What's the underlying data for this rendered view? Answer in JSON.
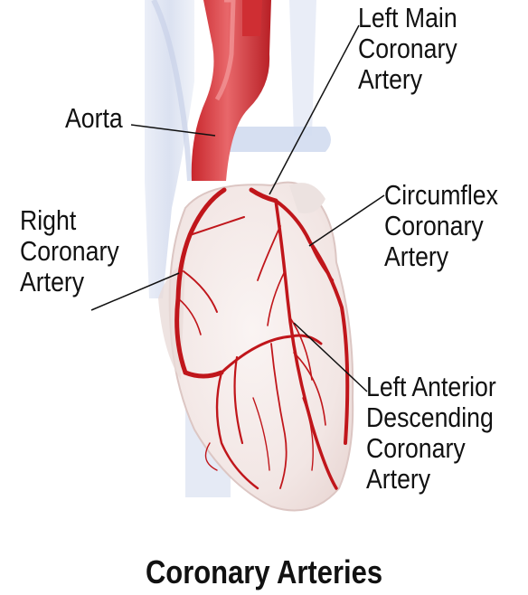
{
  "title": "Coronary Arteries",
  "labels": {
    "aorta": [
      "Aorta"
    ],
    "left_main": [
      "Left Main",
      "Coronary",
      "Artery"
    ],
    "circumflex": [
      "Circumflex",
      "Coronary",
      "Artery"
    ],
    "right": [
      "Right",
      "Coronary",
      "Artery"
    ],
    "lad": [
      "Left Anterior",
      "Descending",
      "Coronary",
      "Artery"
    ]
  },
  "colors": {
    "artery": "#c0161b",
    "heart_tissue": "#f3e9e7",
    "vessel_blue": "#dfe4f1",
    "aorta": "#d9474a"
  }
}
